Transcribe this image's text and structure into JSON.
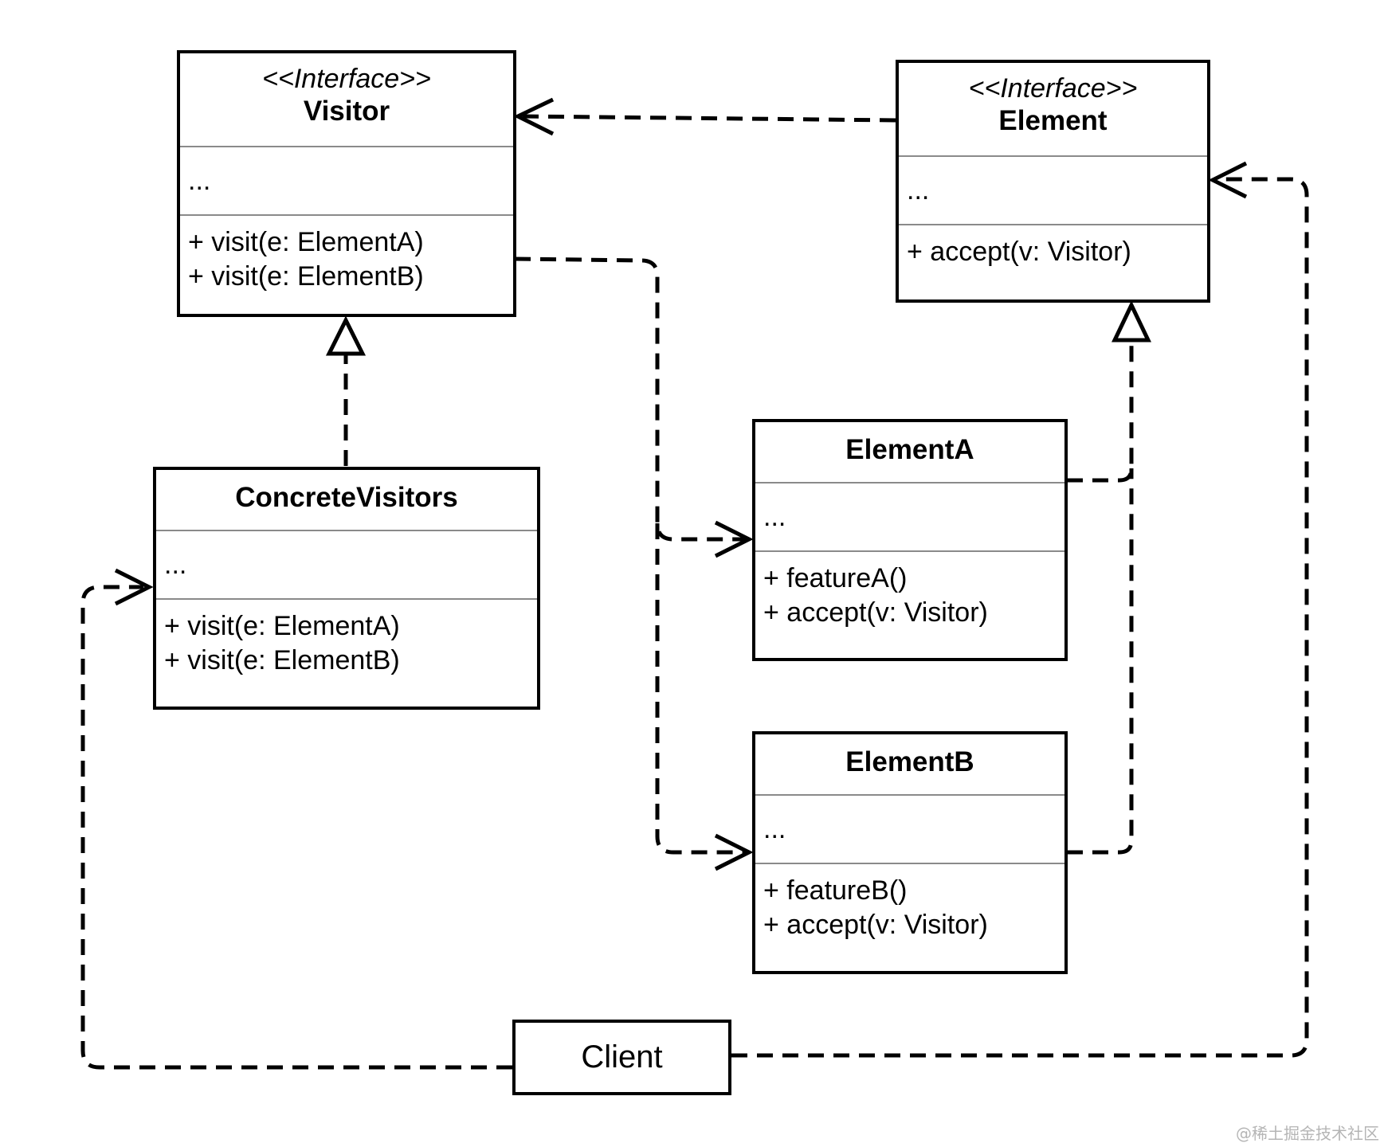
{
  "classes": {
    "visitor": {
      "stereotype": "<<Interface>>",
      "name": "Visitor",
      "attributes": "...",
      "operations": [
        "+ visit(e: ElementA)",
        "+ visit(e: ElementB)"
      ]
    },
    "element": {
      "stereotype": "<<Interface>>",
      "name": "Element",
      "attributes": "...",
      "operations": [
        "+ accept(v: Visitor)"
      ]
    },
    "concrete_visitors": {
      "name": "ConcreteVisitors",
      "attributes": "...",
      "operations": [
        "+ visit(e: ElementA)",
        "+ visit(e: ElementB)"
      ]
    },
    "element_a": {
      "name": "ElementA",
      "attributes": "...",
      "operations": [
        "+ featureA()",
        "+ accept(v: Visitor)"
      ]
    },
    "element_b": {
      "name": "ElementB",
      "attributes": "...",
      "operations": [
        "+ featureB()",
        "+ accept(v: Visitor)"
      ]
    }
  },
  "client": {
    "label": "Client"
  },
  "relations": [
    {
      "from": "Element",
      "to": "Visitor",
      "kind": "dependency"
    },
    {
      "from": "Visitor",
      "to": "ElementA",
      "kind": "dependency"
    },
    {
      "from": "Visitor",
      "to": "ElementB",
      "kind": "dependency"
    },
    {
      "from": "ConcreteVisitors",
      "to": "Visitor",
      "kind": "realization"
    },
    {
      "from": "ElementA",
      "to": "Element",
      "kind": "realization"
    },
    {
      "from": "ElementB",
      "to": "Element",
      "kind": "realization"
    },
    {
      "from": "Client",
      "to": "ConcreteVisitors",
      "kind": "dependency"
    },
    {
      "from": "Client",
      "to": "Element",
      "kind": "dependency"
    }
  ],
  "watermark": "@稀土掘金技术社区"
}
